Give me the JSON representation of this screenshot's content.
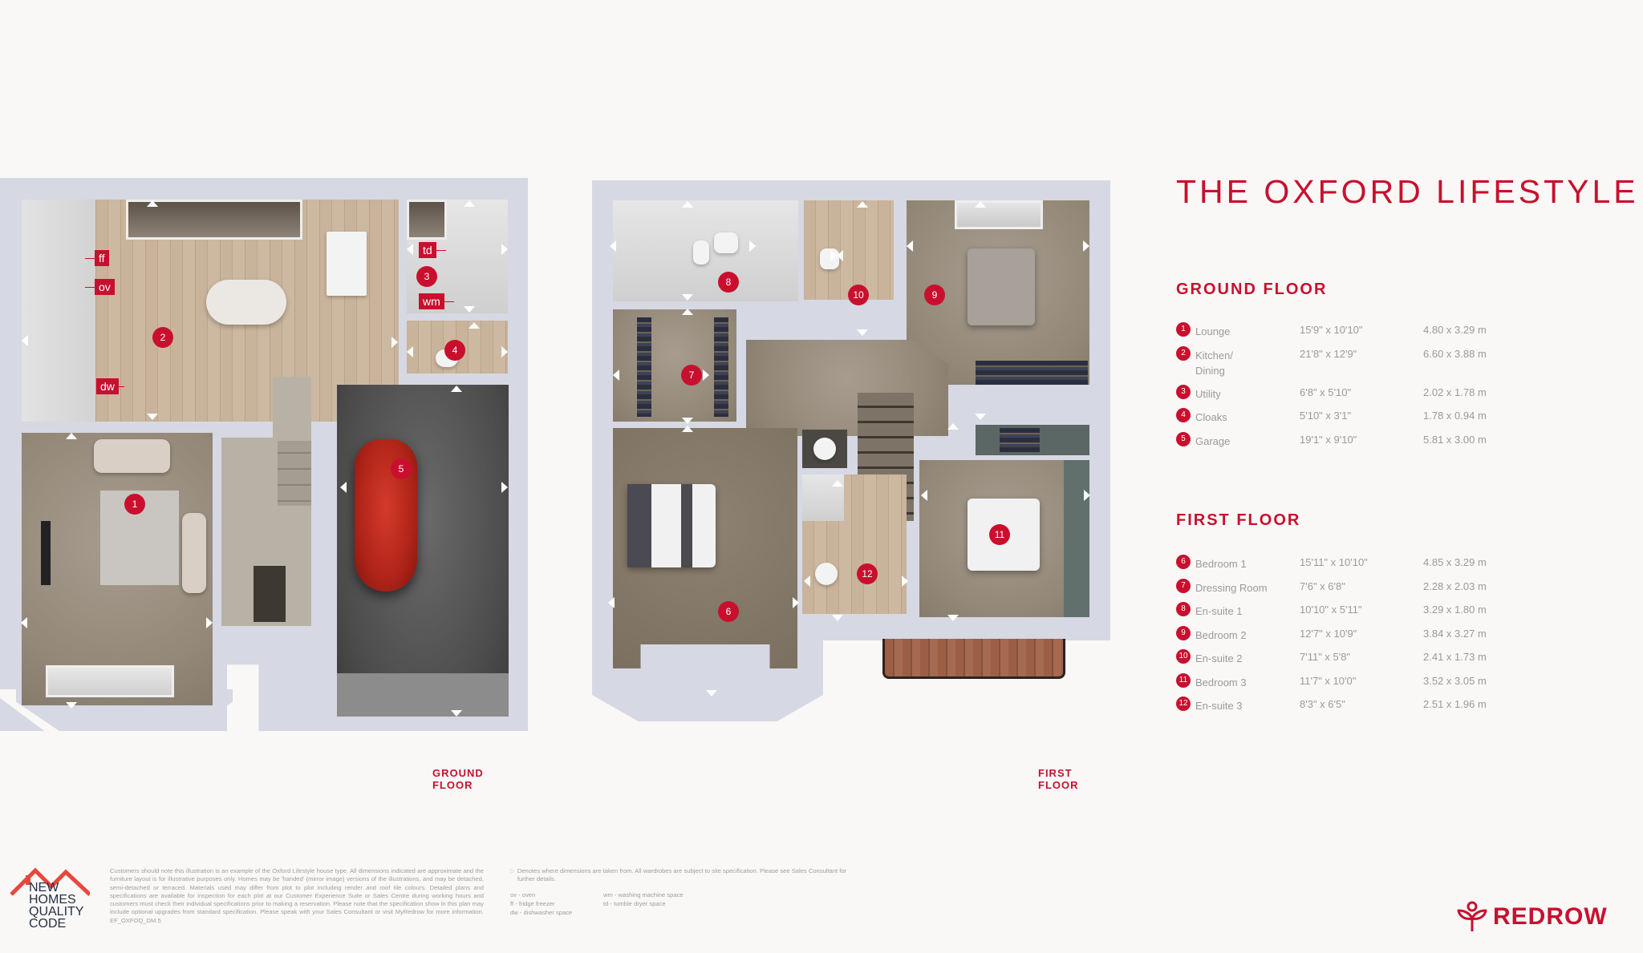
{
  "title": "THE OXFORD LIFESTYLE",
  "colors": {
    "brand_red": "#c8102e",
    "wall": "#d6d8e3",
    "background": "#f9f8f7",
    "text_gray": "#9a9a9a"
  },
  "ground_floor": {
    "heading": "GROUND FLOOR",
    "plan_label": "GROUND FLOOR",
    "rooms": [
      {
        "num": "1",
        "name": "Lounge",
        "imperial": "15'9\" x 10'10\"",
        "metric": "4.80 x 3.29 m"
      },
      {
        "num": "2",
        "name": "Kitchen/ Dining",
        "imperial": "21'8\" x 12'9\"",
        "metric": "6.60 x 3.88 m"
      },
      {
        "num": "3",
        "name": "Utility",
        "imperial": "6'8\" x 5'10\"",
        "metric": "2.02 x 1.78 m"
      },
      {
        "num": "4",
        "name": "Cloaks",
        "imperial": "5'10\" x 3'1\"",
        "metric": "1.78 x 0.94 m"
      },
      {
        "num": "5",
        "name": "Garage",
        "imperial": "19'1\" x 9'10\"",
        "metric": "5.81 x 3.00 m"
      }
    ],
    "appliance_tags": [
      "ff",
      "ov",
      "dw",
      "td",
      "wm"
    ]
  },
  "first_floor": {
    "heading": "FIRST FLOOR",
    "plan_label": "FIRST FLOOR",
    "rooms": [
      {
        "num": "6",
        "name": "Bedroom 1",
        "imperial": "15'11\" x 10'10\"",
        "metric": "4.85 x 3.29 m"
      },
      {
        "num": "7",
        "name": "Dressing Room",
        "imperial": "7'6\" x 6'8\"",
        "metric": "2.28 x 2.03 m"
      },
      {
        "num": "8",
        "name": "En-suite 1",
        "imperial": "10'10\" x 5'11\"",
        "metric": "3.29 x 1.80 m"
      },
      {
        "num": "9",
        "name": "Bedroom 2",
        "imperial": "12'7\" x 10'9\"",
        "metric": "3.84 x 3.27 m"
      },
      {
        "num": "10",
        "name": "En-suite 2",
        "imperial": "7'11\" x 5'8\"",
        "metric": "2.41 x 1.73 m"
      },
      {
        "num": "11",
        "name": "Bedroom 3",
        "imperial": "11'7\" x 10'0\"",
        "metric": "3.52 x 3.05 m"
      },
      {
        "num": "12",
        "name": "En-suite 3",
        "imperial": "8'3\" x  6'5\"",
        "metric": "2.51 x 1.96 m"
      }
    ]
  },
  "footer": {
    "nhqc_logo": [
      "NEW",
      "HOMES",
      "QUALITY",
      "CODE"
    ],
    "disclaimer": "Customers should note this illustration is an example of the Oxford Lifestyle house type. All dimensions indicated are approximate and the furniture layout is for illustrative purposes only. Homes may be 'handed' (mirror image) versions of the illustrations, and may be detached, semi-detached or terraced. Materials used may differ from plot to plot including render and roof tile colours. Detailed plans and specifications are available for inspection for each plot at our Customer Experience Suite or Sales Centre during working hours and customers must check their individual specifications prior to making a reservation. Please note that the specification show in this plan may include optional upgrades from standard specification. Please speak with your Sales Consultant or visit MyRedrow for more information. EF_OXFOQ_DM.5",
    "dimension_note": "Denotes where dimensions are taken from. All wardrobes are subject to site specification. Please see Sales Consultant for further details.",
    "abbreviations": [
      {
        "text": "ov - oven"
      },
      {
        "text": "wm - washing machine space"
      },
      {
        "text": "ff - fridge freezer"
      },
      {
        "text": "td - tumble dryer space"
      },
      {
        "text": "dw - dishwasher space"
      }
    ],
    "brand": "REDROW"
  }
}
